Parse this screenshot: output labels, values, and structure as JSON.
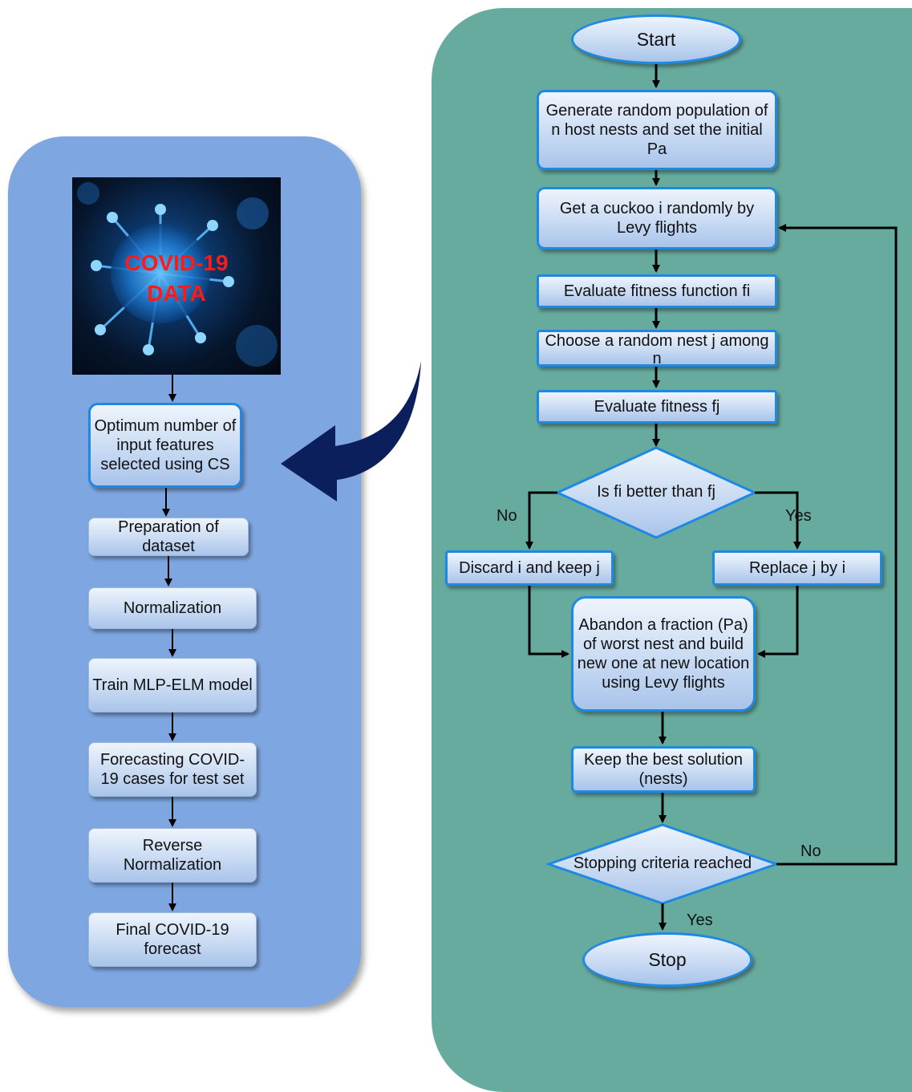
{
  "covid_image": {
    "text_line1": "COVID-19",
    "text_line2": "DATA"
  },
  "left_flow": [
    "Optimum number of input features selected using CS",
    "Preparation of dataset",
    "Normalization",
    "Train MLP-ELM model",
    "Forecasting COVID-19 cases for test set",
    "Reverse Normalization",
    "Final COVID-19 forecast"
  ],
  "right_flow": {
    "start": "Start",
    "generate": "Generate random population of n host nests and set the initial Pa",
    "get_cuckoo": "Get a cuckoo i randomly by Levy flights",
    "evaluate_fi": "Evaluate fitness function fi",
    "choose_nest": "Choose a random nest j among n",
    "evaluate_fj": "Evaluate fitness fj",
    "decision1": "Is fi better than fj",
    "no1": "No",
    "yes1": "Yes",
    "discard": "Discard i and keep j",
    "replace": "Replace j by i",
    "abandon": "Abandon a fraction (Pa) of worst nest and build new one at new location using Levy flights",
    "keep_best": "Keep the best solution (nests)",
    "decision2": "Stopping criteria reached",
    "no2": "No",
    "yes2": "Yes",
    "stop": "Stop"
  },
  "colors": {
    "left_panel": "#7ea6e0",
    "right_panel": "#67ab9f",
    "box_border": "#1e88e5",
    "curved_arrow": "#0a1f5c",
    "covid_text": "#ff1a1a"
  }
}
